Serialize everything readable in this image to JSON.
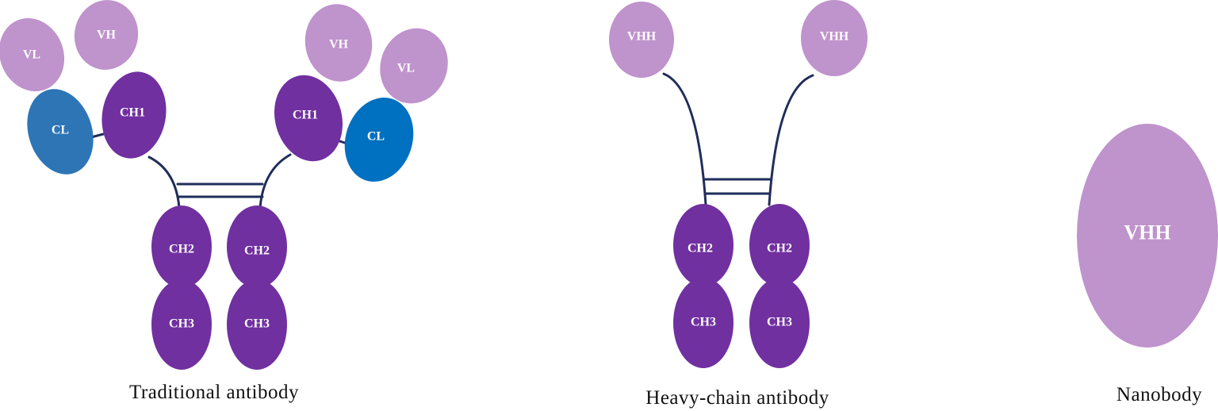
{
  "colors": {
    "variable_light": "#bf93cc",
    "constant_heavy": "#7030a0",
    "constant_light": "#2e75b6",
    "constant_light_alt": "#0070c0",
    "linker": "#1f2d5a"
  },
  "traditional": {
    "caption": "Traditional antibody",
    "vl_left": "VL",
    "vh_left": "VH",
    "cl_left": "CL",
    "ch1_left": "CH1",
    "vh_right": "VH",
    "vl_right": "VL",
    "ch1_right": "CH1",
    "cl_right": "CL",
    "ch2_left": "CH2",
    "ch2_right": "CH2",
    "ch3_left": "CH3",
    "ch3_right": "CH3"
  },
  "heavy_chain": {
    "caption": "Heavy-chain antibody",
    "vhh_left": "VHH",
    "vhh_right": "VHH",
    "ch2_left": "CH2",
    "ch2_right": "CH2",
    "ch3_left": "CH3",
    "ch3_right": "CH3"
  },
  "nanobody": {
    "caption": "Nanobody",
    "vhh": "VHH"
  }
}
